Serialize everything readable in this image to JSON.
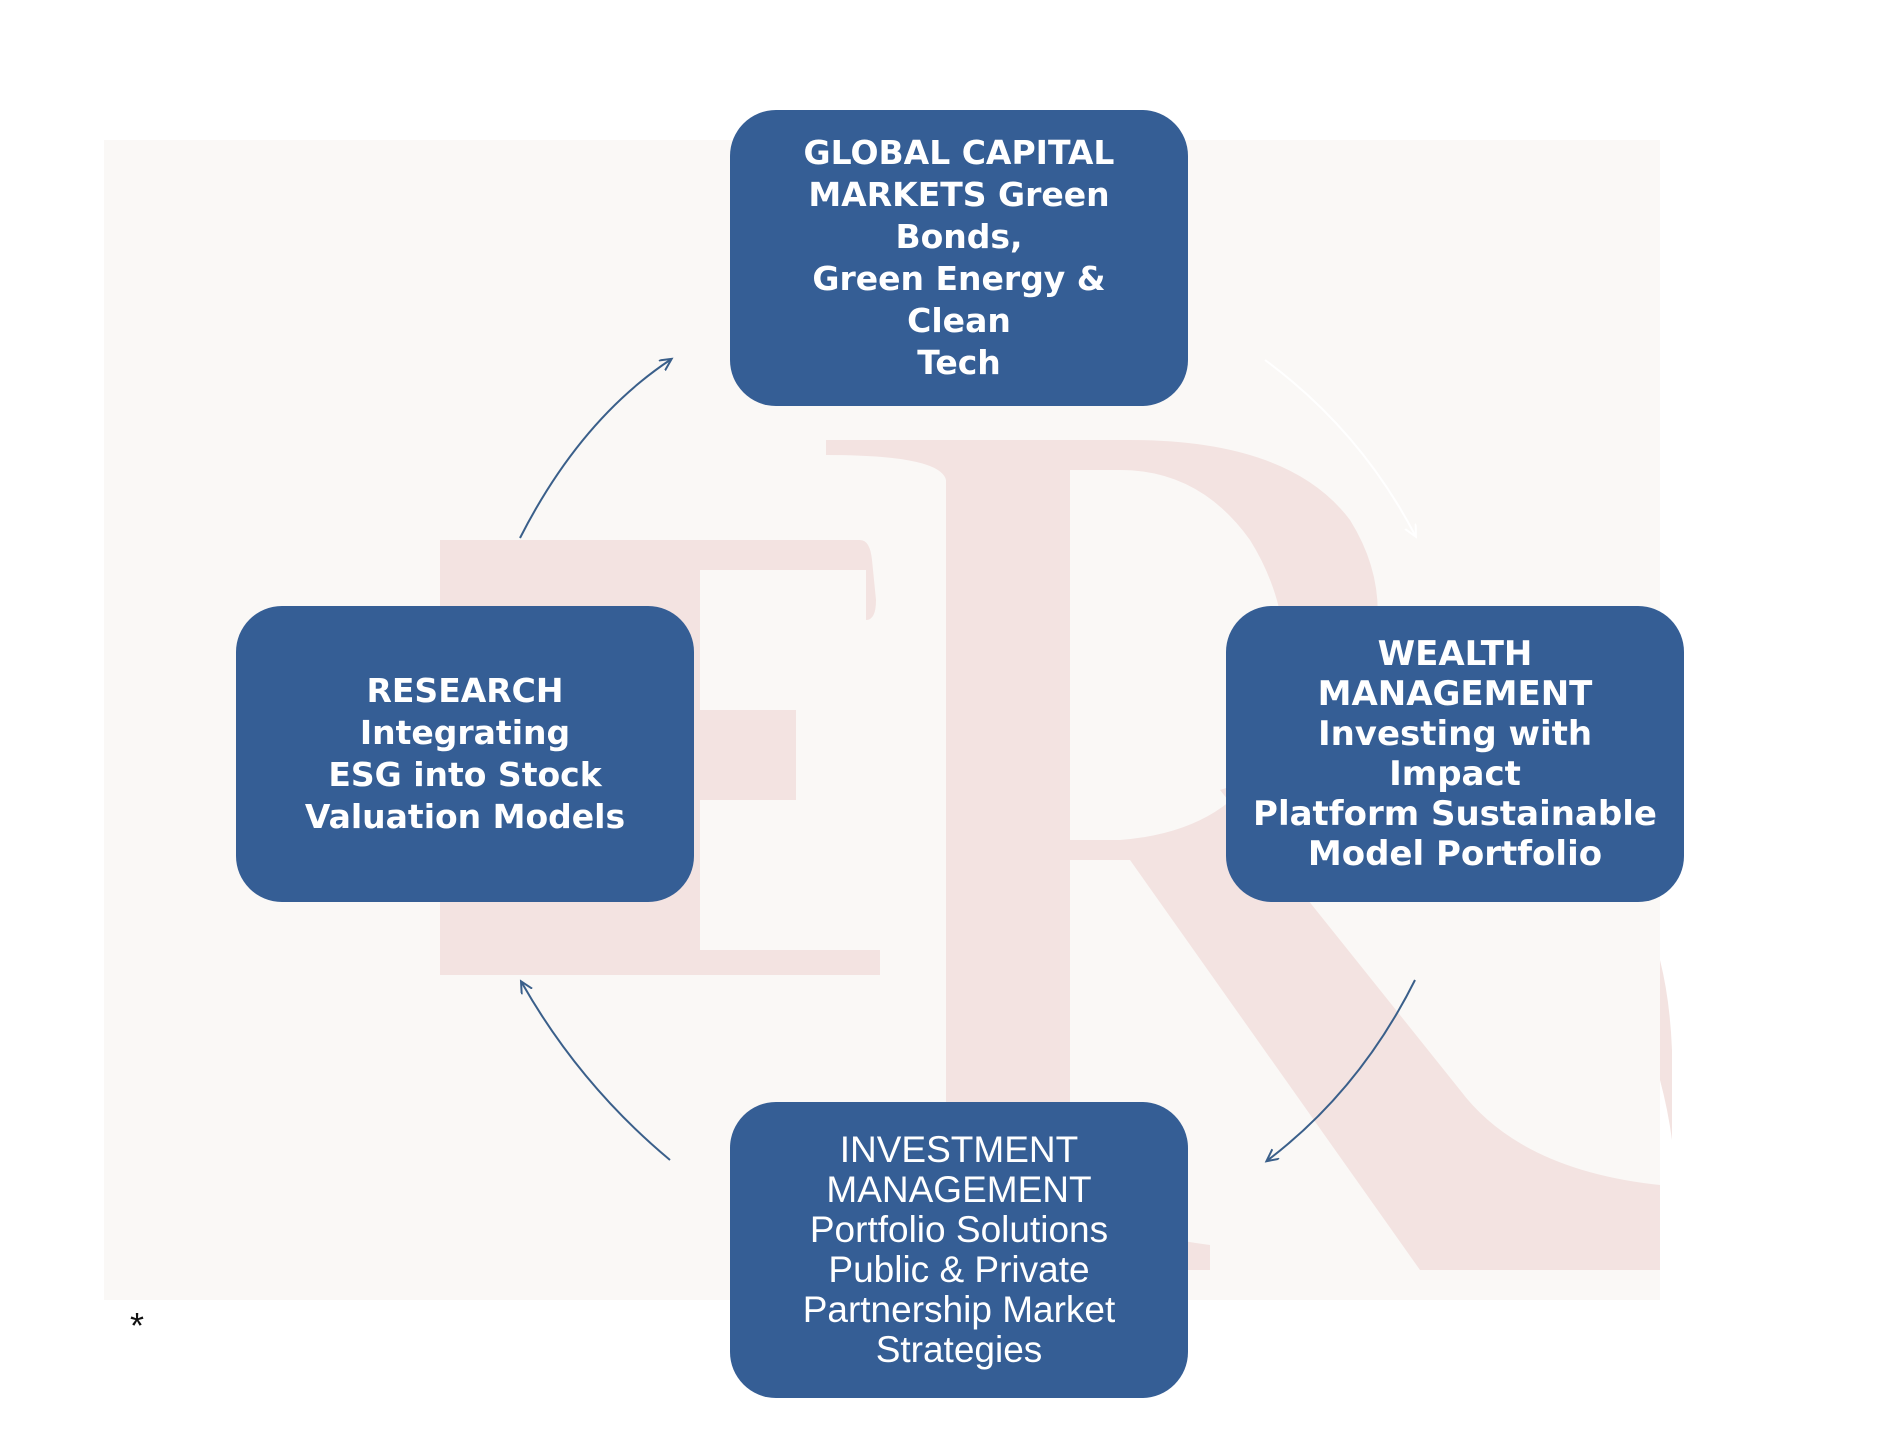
{
  "colors": {
    "node_fill": "#355e95",
    "node_text": "#ffffff",
    "arrow": "#3a5f8a",
    "watermark": "#f3e3e1",
    "background_panel": "#faf8f6"
  },
  "nodes": {
    "top": {
      "text": "GLOBAL CAPITAL\nMARKETS Green Bonds,\nGreen Energy & Clean\nTech"
    },
    "right": {
      "text": "WEALTH\nMANAGEMENT\nInvesting with Impact\nPlatform Sustainable\nModel Portfolio"
    },
    "bottom": {
      "text": "INVESTMENT\nMANAGEMENT\nPortfolio Solutions\nPublic & Private\nPartnership Market\nStrategies"
    },
    "left": {
      "text": "RESEARCH Integrating\nESG into Stock\nValuation Models"
    }
  },
  "watermark_logo": {
    "letters": "ERC"
  },
  "footnote": "*",
  "arrows": [
    {
      "from": "left",
      "to": "top"
    },
    {
      "from": "top",
      "to": "right"
    },
    {
      "from": "right",
      "to": "bottom"
    },
    {
      "from": "bottom",
      "to": "left"
    }
  ]
}
